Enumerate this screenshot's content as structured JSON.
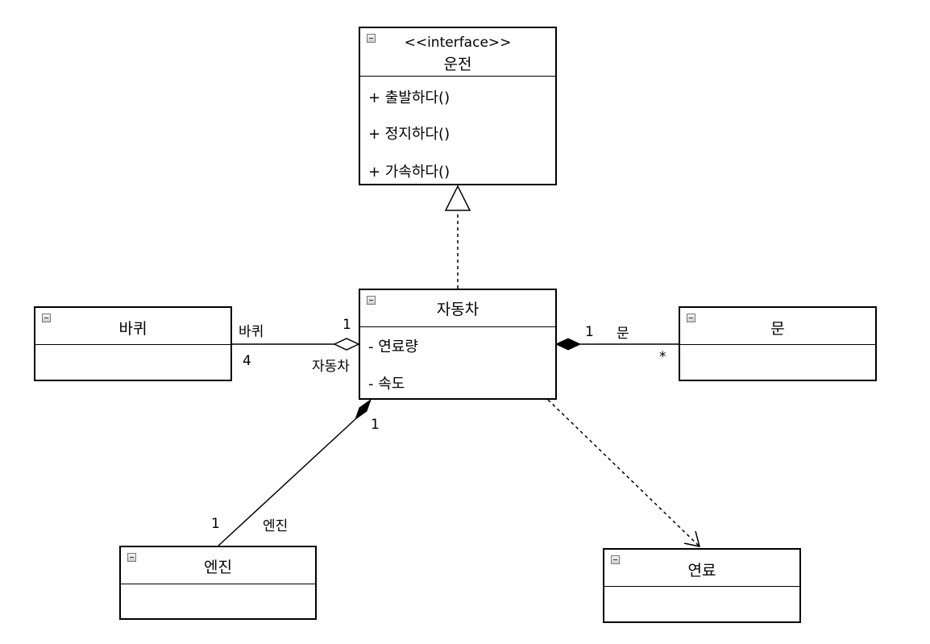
{
  "interface_run": {
    "stereotype": "<<interface>>",
    "name": "운전",
    "methods": [
      "+ 출발하다()",
      "+ 정지하다()",
      "+ 가속하다()"
    ]
  },
  "class_car": {
    "name": "자동차",
    "attributes": [
      "- 연료량",
      "- 속도"
    ]
  },
  "class_wheel": {
    "name": "바퀴"
  },
  "class_door": {
    "name": "문"
  },
  "class_engine": {
    "name": "엔진"
  },
  "class_fuel": {
    "name": "연료"
  },
  "assoc_wheel": {
    "role_wheel": "바퀴",
    "mult_wheel": "4",
    "role_car": "자동차",
    "mult_car": "1"
  },
  "assoc_door": {
    "role_door": "문",
    "mult_car": "1",
    "mult_door": "*"
  },
  "assoc_engine": {
    "role_engine": "엔진",
    "mult_engine": "1",
    "mult_car": "1"
  }
}
